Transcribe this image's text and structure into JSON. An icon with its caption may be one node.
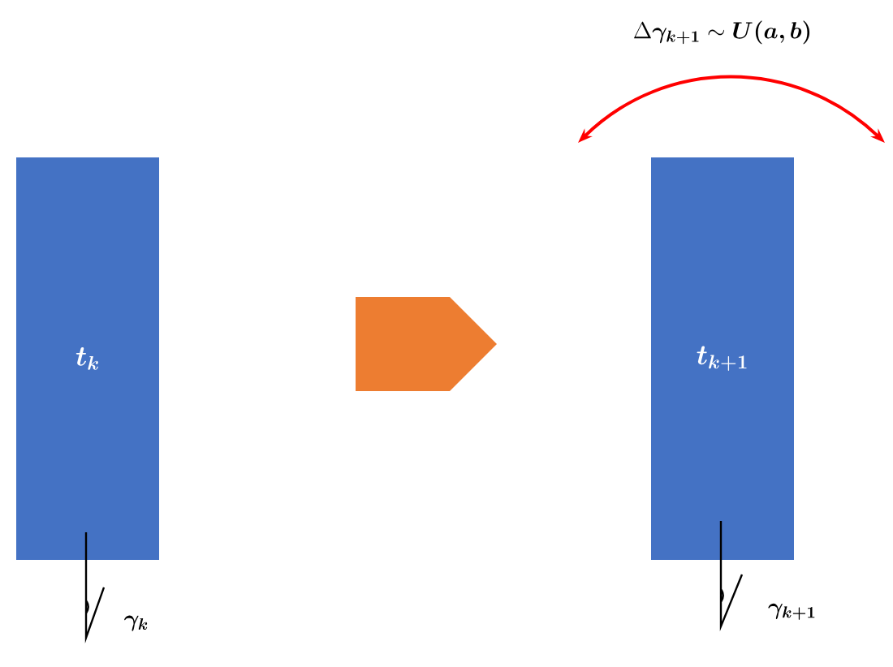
{
  "diagram": {
    "nodes": [
      {
        "text": [
          "\\boldsymbol{t_k}"
        ]
      },
      {
        "text": [
          "\\boldsymbol{t_{k+1}}"
        ]
      },
      {
        "text": [],
        "shape": "arrow"
      }
    ],
    "labels": [
      "\\Delta\\boldsymbol{\\gamma_{k+1}}\\sim\\boldsymbol{U(a,b)}",
      "\\boldsymbol{\\gamma_k}",
      "\\boldsymbol{\\gamma_{k+1}}"
    ]
  }
}
